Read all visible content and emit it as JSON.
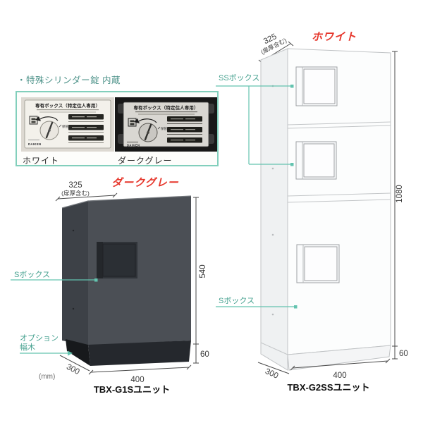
{
  "feature": {
    "title": "・特殊シリンダー錠 内蔵",
    "plate_header": "専有ボックス（特定住人専用）",
    "dial_label": "保管",
    "brand": "DAIKEN",
    "caption_white": "ホワイト",
    "caption_dark": "ダークグレー"
  },
  "dark_unit": {
    "color_label": "ダークグレー",
    "model": "TBX-G1Sユニット",
    "dims": {
      "depth": "325",
      "depth_note": "(扉厚含む)",
      "height": "540",
      "base_height": "60",
      "width": "400",
      "side": "300",
      "unit_note": "(mm)"
    },
    "labels": {
      "s_box": "Sボックス",
      "option_line1": "オプション",
      "option_line2": "幅木"
    }
  },
  "white_unit": {
    "color_label": "ホワイト",
    "model": "TBX-G2SSユニット",
    "dims": {
      "depth": "325",
      "depth_note": "(扉厚含む)",
      "height": "1080",
      "base_height": "60",
      "width": "400",
      "side": "300"
    },
    "labels": {
      "ss_box": "SSボックス",
      "s_box": "Sボックス"
    }
  },
  "colors": {
    "accent_red": "#e6352a",
    "accent_teal_text": "#45a18f",
    "accent_teal_line": "#63c3af",
    "frame_border": "#82cfbc"
  }
}
